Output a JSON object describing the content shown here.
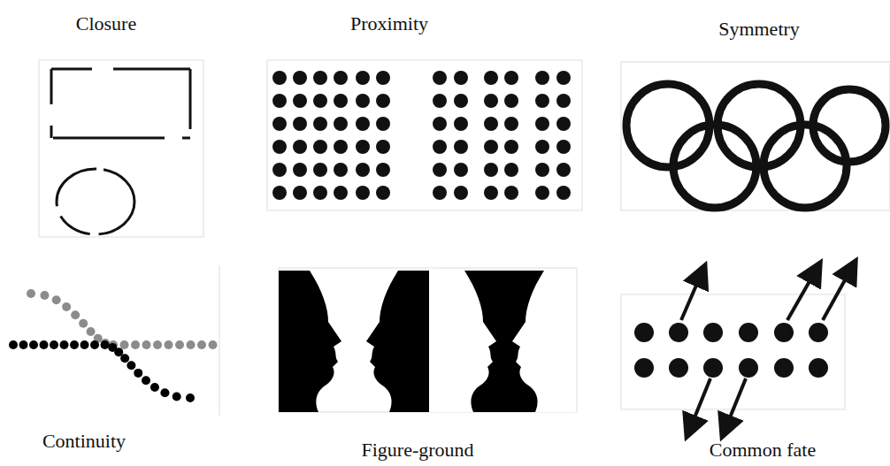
{
  "diagram": {
    "labels": [
      "Closure",
      "Proximity",
      "Symmetry",
      "Continuity",
      "Figure-ground",
      "Common fate"
    ]
  }
}
